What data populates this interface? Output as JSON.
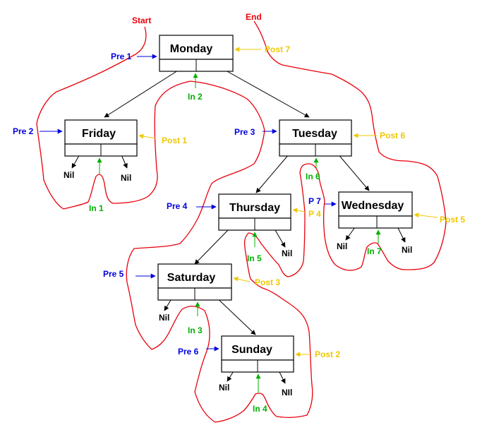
{
  "diagram": {
    "start_label": "Start",
    "end_label": "End",
    "nil_label": "Nil",
    "nil_alt_label": "NIl",
    "nodes": {
      "monday": "Monday",
      "friday": "Friday",
      "tuesday": "Tuesday",
      "thursday": "Thursday",
      "wednesday": "Wednesday",
      "saturday": "Saturday",
      "sunday": "Sunday"
    },
    "labels": {
      "pre1": "Pre 1",
      "pre2": "Pre 2",
      "pre3": "Pre 3",
      "pre4": "Pre 4",
      "pre5": "Pre 5",
      "pre6": "Pre 6",
      "p7": "P 7",
      "in1": "In 1",
      "in2": "In 2",
      "in3": "In 3",
      "in4": "In 4",
      "in5": "In 5",
      "in6": "In 6",
      "in7": "In 7",
      "post1": "Post 1",
      "post2": "Post 2",
      "post3": "Post 3",
      "p4": "P 4",
      "post5": "Post 5",
      "post6": "Post 6",
      "post7": "Post 7"
    },
    "colors": {
      "pre": "#0000e0",
      "in": "#00b000",
      "post": "#f0c800",
      "tour": "#e8000b",
      "edge": "#000000"
    }
  }
}
